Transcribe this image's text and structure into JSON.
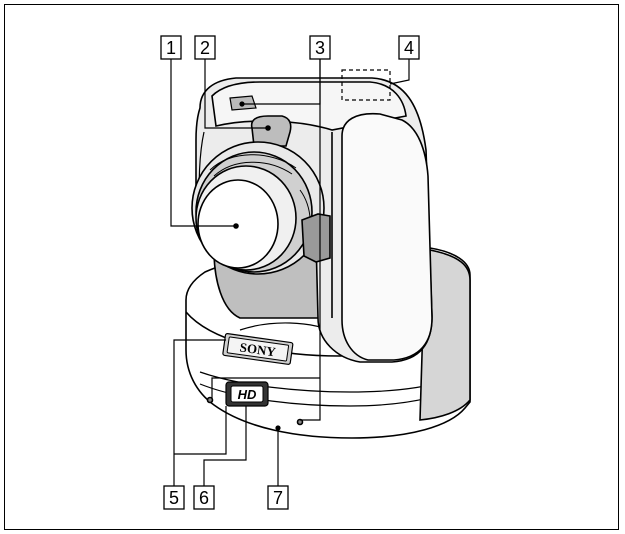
{
  "figure": {
    "brand_text": "SONY",
    "hd_text": "HD",
    "callouts": [
      {
        "num": "1",
        "label": "1"
      },
      {
        "num": "2",
        "label": "2"
      },
      {
        "num": "3",
        "label": "3"
      },
      {
        "num": "4",
        "label": "4"
      },
      {
        "num": "5",
        "label": "5"
      },
      {
        "num": "6",
        "label": "6"
      },
      {
        "num": "7",
        "label": "7"
      }
    ]
  }
}
